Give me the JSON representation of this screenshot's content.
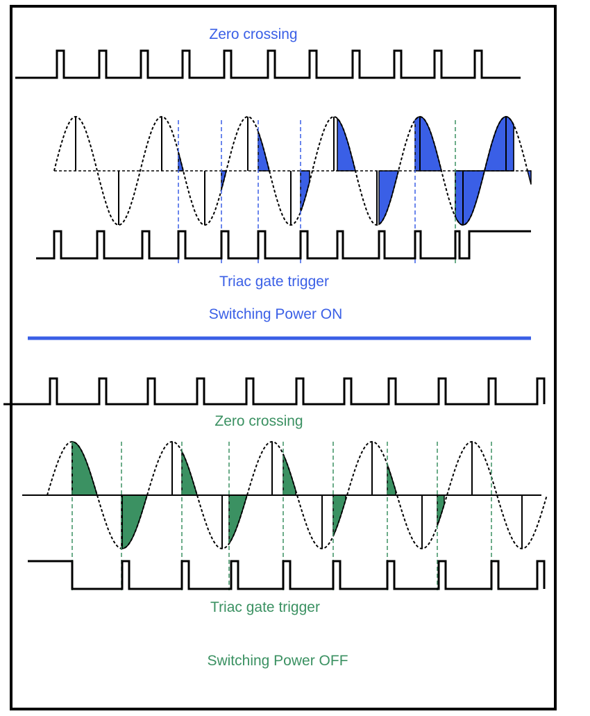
{
  "colors": {
    "on_accent": "#3a5fe6",
    "off_accent": "#3b9162",
    "ink": "#000000",
    "background": "#ffffff"
  },
  "on_section": {
    "zero_crossing_label": "Zero crossing",
    "trigger_label": "Triac gate trigger",
    "caption": "Switching Power ON"
  },
  "off_section": {
    "zero_crossing_label": "Zero crossing",
    "trigger_label": "Triac gate trigger",
    "caption": "Switching Power OFF"
  }
}
